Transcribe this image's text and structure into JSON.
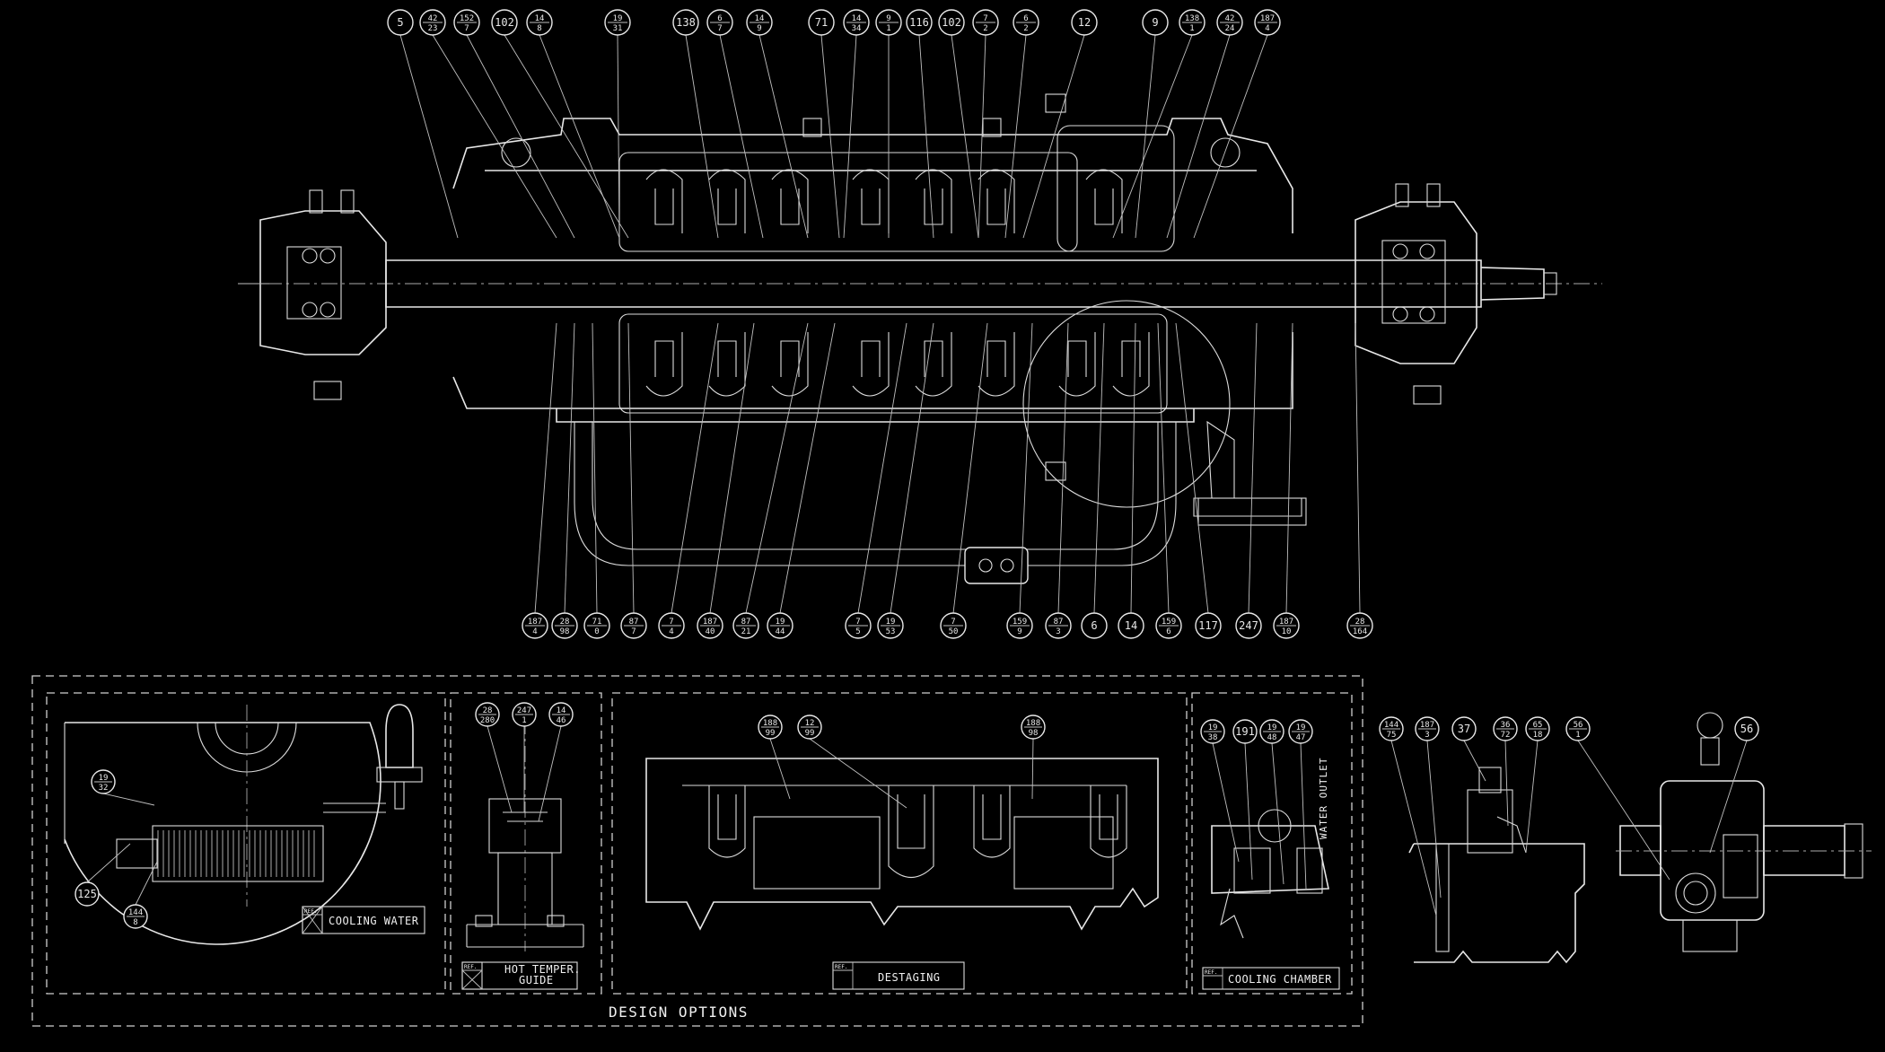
{
  "main_view": {
    "balloons_top": [
      {
        "top": "5",
        "bottom": ""
      },
      {
        "top": "42",
        "bottom": "23"
      },
      {
        "top": "152",
        "bottom": "7"
      },
      {
        "top": "102",
        "bottom": ""
      },
      {
        "top": "14",
        "bottom": "8"
      },
      {
        "top": "19",
        "bottom": "31"
      },
      {
        "top": "138",
        "bottom": ""
      },
      {
        "top": "6",
        "bottom": "7"
      },
      {
        "top": "14",
        "bottom": "9"
      },
      {
        "top": "71",
        "bottom": ""
      },
      {
        "top": "14",
        "bottom": "34"
      },
      {
        "top": "9",
        "bottom": "1"
      },
      {
        "top": "116",
        "bottom": ""
      },
      {
        "top": "102",
        "bottom": ""
      },
      {
        "top": "7",
        "bottom": "2"
      },
      {
        "top": "6",
        "bottom": "2"
      },
      {
        "top": "12",
        "bottom": ""
      },
      {
        "top": "9",
        "bottom": ""
      },
      {
        "top": "138",
        "bottom": "1"
      },
      {
        "top": "42",
        "bottom": "24"
      },
      {
        "top": "187",
        "bottom": "4"
      }
    ],
    "balloons_bottom": [
      {
        "top": "187",
        "bottom": "4"
      },
      {
        "top": "28",
        "bottom": "98"
      },
      {
        "top": "71",
        "bottom": "0"
      },
      {
        "top": "87",
        "bottom": "7"
      },
      {
        "top": "7",
        "bottom": "4"
      },
      {
        "top": "187",
        "bottom": "40"
      },
      {
        "top": "87",
        "bottom": "21"
      },
      {
        "top": "19",
        "bottom": "44"
      },
      {
        "top": "7",
        "bottom": "5"
      },
      {
        "top": "19",
        "bottom": "53"
      },
      {
        "top": "7",
        "bottom": "50"
      },
      {
        "top": "159",
        "bottom": "9"
      },
      {
        "top": "87",
        "bottom": "3"
      },
      {
        "top": "6",
        "bottom": ""
      },
      {
        "top": "14",
        "bottom": ""
      },
      {
        "top": "159",
        "bottom": "6"
      },
      {
        "top": "117",
        "bottom": ""
      },
      {
        "top": "247",
        "bottom": ""
      },
      {
        "top": "187",
        "bottom": "10"
      },
      {
        "top": "28",
        "bottom": "164"
      }
    ]
  },
  "design_options": {
    "title": "DESIGN OPTIONS",
    "ref_label": "REF.",
    "cooling_water": {
      "label": "COOLING WATER",
      "balloons": [
        {
          "top": "19",
          "bottom": "32"
        },
        {
          "top": "125",
          "bottom": ""
        },
        {
          "top": "144",
          "bottom": "8"
        }
      ]
    },
    "hot_temper_guide": {
      "label_line1": "HOT TEMPER.",
      "label_line2": "GUIDE",
      "balloons": [
        {
          "top": "28",
          "bottom": "280"
        },
        {
          "top": "247",
          "bottom": "1"
        },
        {
          "top": "14",
          "bottom": "46"
        }
      ]
    },
    "destaging": {
      "label": "DESTAGING",
      "balloons": [
        {
          "top": "188",
          "bottom": "99"
        },
        {
          "top": "12",
          "bottom": "99"
        },
        {
          "top": "188",
          "bottom": "98"
        }
      ]
    },
    "cooling_chamber": {
      "label": "COOLING CHAMBER",
      "water_outlet": "WATER OUTLET",
      "balloons": [
        {
          "top": "19",
          "bottom": "38"
        },
        {
          "top": "191",
          "bottom": ""
        },
        {
          "top": "19",
          "bottom": "48"
        },
        {
          "top": "19",
          "bottom": "47"
        }
      ]
    }
  },
  "detail_views": {
    "balloons": [
      {
        "top": "144",
        "bottom": "75"
      },
      {
        "top": "187",
        "bottom": "3"
      },
      {
        "top": "37",
        "bottom": ""
      },
      {
        "top": "36",
        "bottom": "72"
      },
      {
        "top": "65",
        "bottom": "18"
      },
      {
        "top": "56",
        "bottom": "1"
      },
      {
        "top": "56",
        "bottom": ""
      }
    ]
  }
}
